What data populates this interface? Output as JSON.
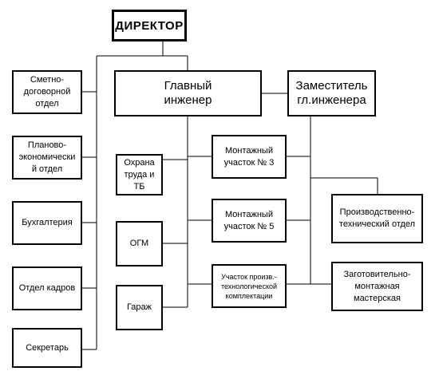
{
  "org_chart": {
    "director": "ДИРЕКТОР",
    "chief_engineer": "Главный\nинженер",
    "deputy_chief_engineer": "Заместитель\nгл.инженера",
    "estimate_contract_dept": "Сметно-\nдоговорной\nотдел",
    "planning_economic_dept": "Планово-\nэкономически\nй отдел",
    "accounting": "Бухгалтерия",
    "hr_dept": "Отдел кадров",
    "secretary": "Секретарь",
    "labor_safety": "Охрана\nтруда и\nТБ",
    "ogm": "ОГМ",
    "garage": "Гараж",
    "assembly_site_3": "Монтажный\nучасток № 3",
    "assembly_site_5": "Монтажный\nучасток № 5",
    "production_site": "Участок произв.-\nтехнологической\nкомплектации",
    "production_technical_dept": "Производственно-\nтехнический отдел",
    "procurement_workshop": "Заготовительно-\nмонтажная\nмастерская"
  }
}
